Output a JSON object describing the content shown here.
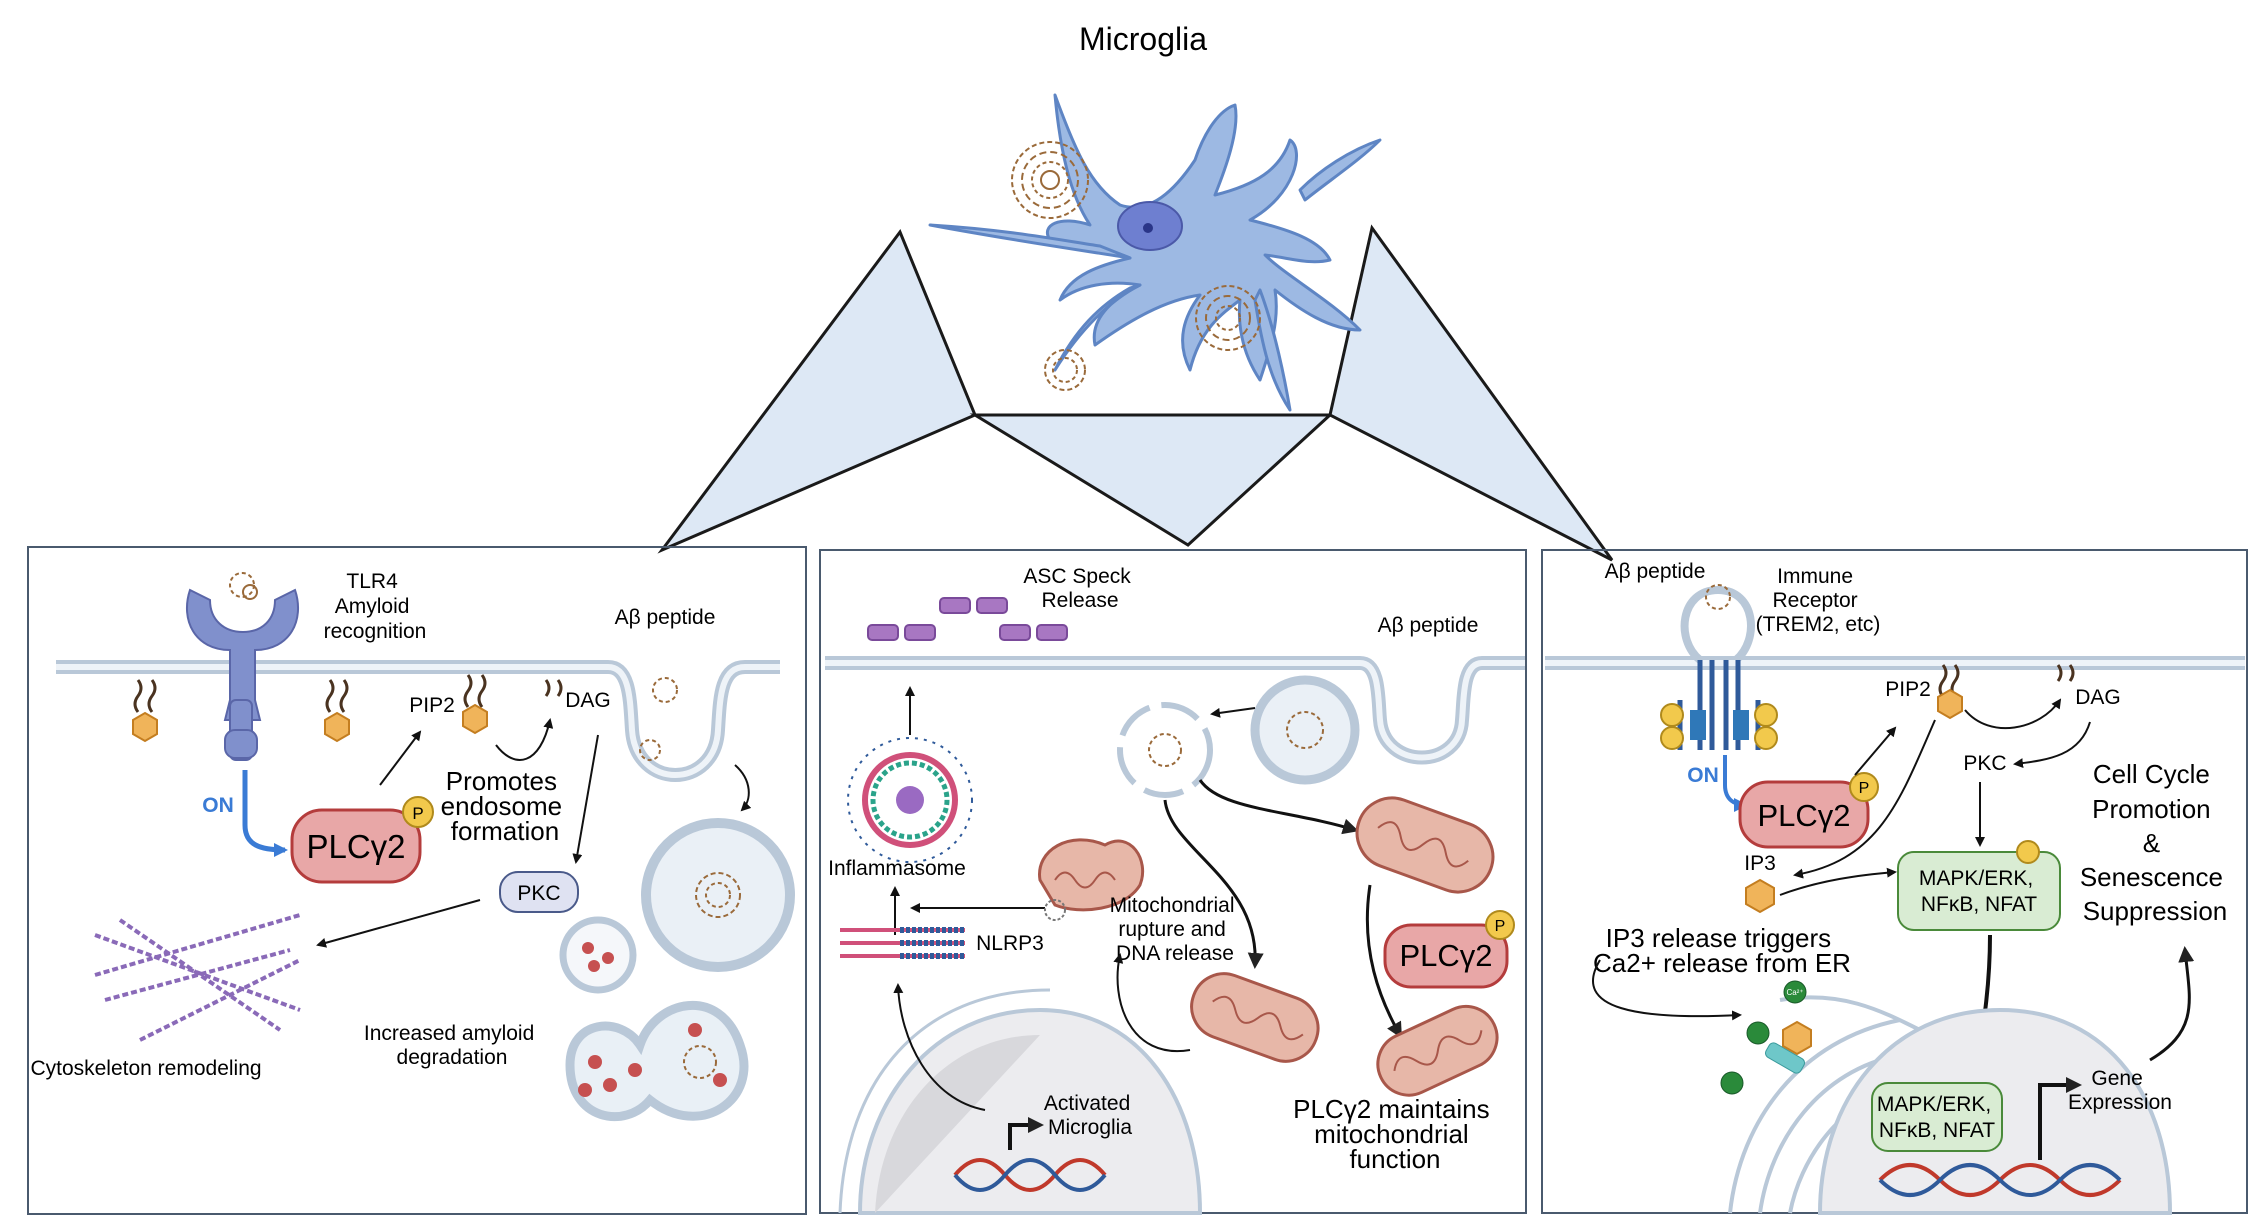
{
  "title": "Microglia",
  "panel_left": {
    "tlr4": [
      "TLR4",
      "Amyloid",
      "recognition"
    ],
    "abeta": "Aβ peptide",
    "pip2": "PIP2",
    "dag": "DAG",
    "on": "ON",
    "plcg2": "PLCγ2",
    "p": "P",
    "promotes": [
      "Promotes",
      "endosome",
      "formation"
    ],
    "pkc": "PKC",
    "cytoskeleton": "Cytoskeleton remodeling",
    "degradation": [
      "Increased amyloid",
      "degradation"
    ]
  },
  "panel_middle": {
    "asc": [
      "ASC Speck",
      "Release"
    ],
    "abeta": "Aβ peptide",
    "inflammasome": "Inflammasome",
    "nlrp3": "NLRP3",
    "mito_rupture": [
      "Mitochondrial",
      "rupture and",
      "DNA release"
    ],
    "plcg2": "PLCγ2",
    "p": "P",
    "maintains": [
      "PLCγ2 maintains",
      "mitochondrial",
      "function"
    ],
    "activated": [
      "Activated",
      "Microglia"
    ]
  },
  "panel_right": {
    "abeta": "Aβ peptide",
    "receptor": [
      "Immune",
      "Receptor",
      "(TREM2, etc)"
    ],
    "pip2": "PIP2",
    "dag": "DAG",
    "pkc": "PKC",
    "on": "ON",
    "plcg2": "PLCγ2",
    "p": "P",
    "ip3": "IP3",
    "ip3_release": [
      "IP3 release triggers",
      "Ca2+ release from ER"
    ],
    "mapk1": [
      "MAPK/ERK,",
      "NFκB, NFAT"
    ],
    "mapk2": [
      "MAPK/ERK,",
      "NFκB, NFAT"
    ],
    "cell_cycle": [
      "Cell Cycle",
      "Promotion",
      "&",
      "Senescence",
      "Suppression"
    ],
    "gene": [
      "Gene",
      "Expression"
    ],
    "ca": "Ca²⁺"
  },
  "colors": {
    "panel_border": "#4a5a6e",
    "funnel_fill": "#dde8f5",
    "membrane": "#b9c8d8",
    "plc_fill": "#e8a7a7",
    "plc_stroke": "#b43c3c",
    "p_fill": "#f2c94c",
    "microglia": "#9db9e3",
    "on_blue": "#3a7bd5"
  }
}
